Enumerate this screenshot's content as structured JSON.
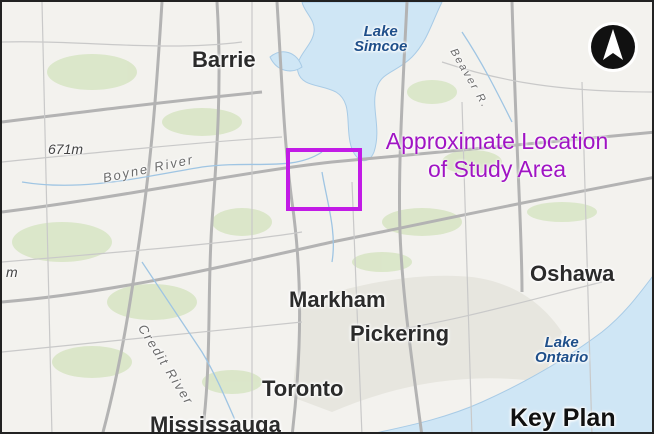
{
  "map": {
    "cities": {
      "barrie": "Barrie",
      "oshawa": "Oshawa",
      "markham": "Markham",
      "pickering": "Pickering",
      "toronto": "Toronto",
      "mississauga": "Mississauga"
    },
    "water_bodies": {
      "lake_simcoe_line1": "Lake",
      "lake_simcoe_line2": "Simcoe",
      "lake_ontario_line1": "Lake",
      "lake_ontario_line2": "Ontario"
    },
    "rivers": {
      "boyne": "Boyne River",
      "credit": "Credit River",
      "beaver": "Beaver R."
    },
    "elevation_label": "671m",
    "elevation_label_partial": "m",
    "study_area": {
      "label_line1": "Approximate Location",
      "label_line2": "of Study Area",
      "color": "#c21be6"
    },
    "key_plan_label": "Key Plan",
    "north_arrow": "north-arrow-icon",
    "colors": {
      "lake": "#cfe6f5",
      "land": "#f3f2ee",
      "vegetation": "#d3e3bd",
      "road": "#b3b3b3",
      "study_area": "#c21be6"
    }
  }
}
